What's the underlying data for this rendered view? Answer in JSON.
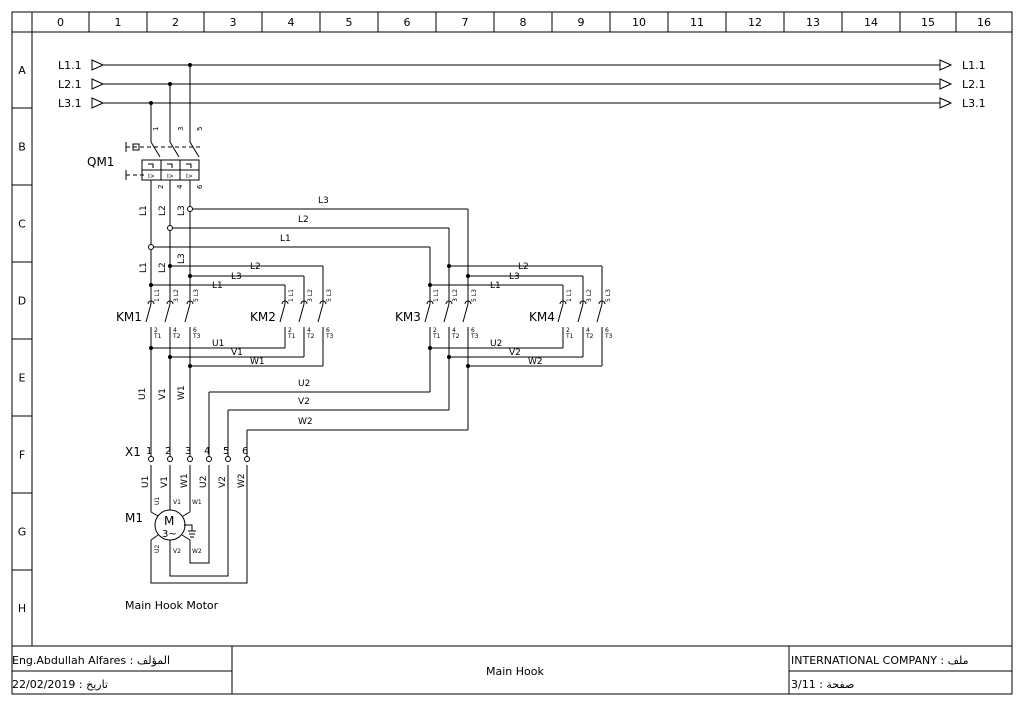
{
  "columns": [
    "0",
    "1",
    "2",
    "3",
    "4",
    "5",
    "6",
    "7",
    "8",
    "9",
    "10",
    "11",
    "12",
    "13",
    "14",
    "15",
    "16"
  ],
  "rows": [
    "A",
    "B",
    "C",
    "D",
    "E",
    "F",
    "G",
    "H"
  ],
  "power_rails": {
    "left": [
      "L1.1",
      "L2.1",
      "L3.1"
    ],
    "right": [
      "L1.1",
      "L2.1",
      "L3.1"
    ]
  },
  "breaker": {
    "name": "QM1",
    "top_pins": [
      "1",
      "3",
      "5"
    ],
    "bottom_pins": [
      "2",
      "4",
      "6"
    ],
    "trip_marks": [
      "I>",
      "I>",
      "I>"
    ]
  },
  "phase_labels": {
    "vertical_out": [
      "L1",
      "L2",
      "L3"
    ],
    "vertical_in": [
      "L1",
      "L2",
      "L3"
    ],
    "bus_main": [
      "L3",
      "L2",
      "L1"
    ],
    "bus_km1": [
      "L2",
      "L3",
      "L1"
    ],
    "bus_km3": [
      "L2",
      "L3",
      "L1"
    ]
  },
  "contactors": [
    {
      "name": "KM1",
      "top": [
        "1 L1",
        "3 L2",
        "5 L3"
      ],
      "bottom": [
        "2 T1",
        "4 T2",
        "6 T3"
      ]
    },
    {
      "name": "KM2",
      "top": [
        "1 L1",
        "3 L2",
        "5 L3"
      ],
      "bottom": [
        "2 T1",
        "4 T2",
        "6 T3"
      ]
    },
    {
      "name": "KM3",
      "top": [
        "1 L1",
        "3 L2",
        "5 L3"
      ],
      "bottom": [
        "2 T1",
        "4 T2",
        "6 T3"
      ]
    },
    {
      "name": "KM4",
      "top": [
        "1 L1",
        "3 L2",
        "5 L3"
      ],
      "bottom": [
        "2 T1",
        "4 T2",
        "6 T3"
      ]
    }
  ],
  "wire_labels": {
    "km1_out": [
      "U1",
      "V1",
      "W1"
    ],
    "km3_out": [
      "U2",
      "V2",
      "W2"
    ],
    "run1": [
      "U2",
      "V2",
      "W2"
    ],
    "run1_vertical": [
      "U1",
      "V1",
      "W1"
    ]
  },
  "terminal_block": {
    "name": "X1",
    "numbers": [
      "1",
      "2",
      "3",
      "4",
      "5",
      "6"
    ],
    "labels": [
      "U1",
      "V1",
      "W1",
      "U2",
      "V2",
      "W2"
    ]
  },
  "motor": {
    "name": "M1",
    "symbol_top": "M",
    "symbol_bottom": "3~",
    "top_pins": [
      "U1",
      "V1",
      "W1"
    ],
    "bottom_pins": [
      "U2",
      "V2",
      "W2"
    ],
    "caption": "Main Hook Motor"
  },
  "title_block": {
    "author": "Eng.Abdullah Alfares : المؤلف",
    "date": "22/02/2019 : تاريخ",
    "title": "Main Hook",
    "company": "INTERNATIONAL COMPANY : ملف",
    "page": "3/11 : صفحة"
  }
}
